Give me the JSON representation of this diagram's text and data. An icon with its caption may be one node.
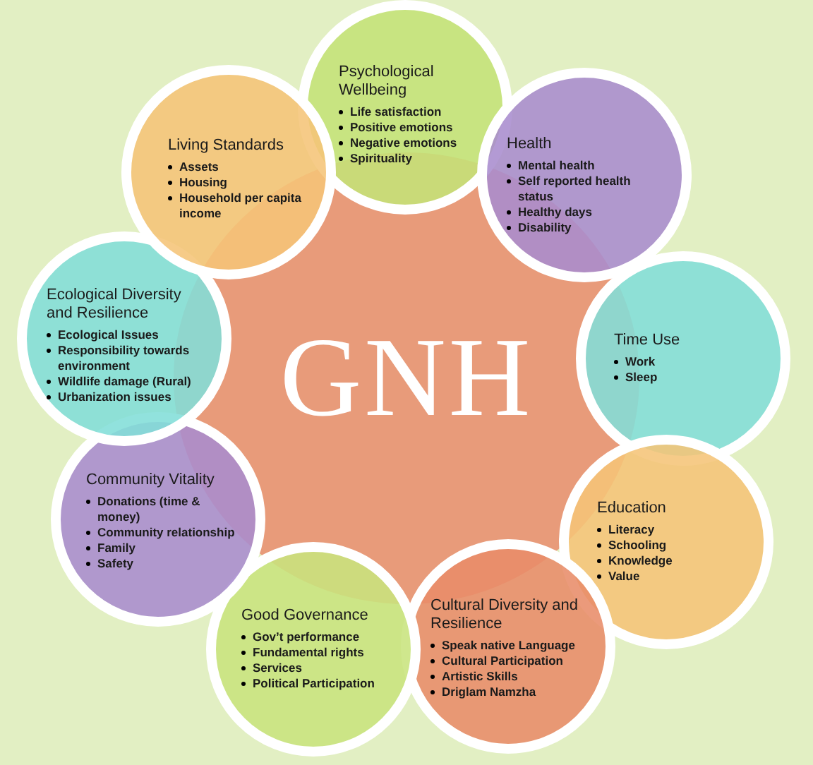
{
  "diagram": {
    "nodes": [
      {
        "text": [
          "GNH"
        ]
      },
      {
        "text": [
          "Psychological Wellbeing",
          "Life satisfaction",
          "Positive emotions",
          "Negative emotions",
          "Spirituality"
        ]
      },
      {
        "text": [
          "Health",
          "Mental health",
          "Self reported health status",
          "Healthy days",
          "Disability"
        ]
      },
      {
        "text": [
          "Time Use",
          "Work",
          "Sleep"
        ]
      },
      {
        "text": [
          "Education",
          "Literacy",
          "Schooling",
          "Knowledge",
          "Value"
        ]
      },
      {
        "text": [
          "Cultural Diversity and Resilience",
          "Speak native Language",
          "Cultural Participation",
          "Artistic Skills",
          "Driglam Namzha"
        ]
      },
      {
        "text": [
          "Good Governance",
          "Gov’t performance",
          "Fundamental rights",
          "Services",
          "Political Participation"
        ]
      },
      {
        "text": [
          "Community Vitality",
          "Donations (time & money)",
          "Community relationship",
          "Family",
          "Safety"
        ]
      },
      {
        "text": [
          "Ecological Diversity and Resilience",
          "Ecological Issues",
          "Responsibility towards environment",
          "Wildlife damage (Rural)",
          "Urbanization issues"
        ]
      },
      {
        "text": [
          "Living Standards",
          "Assets",
          "Housing",
          "Household per capita income"
        ]
      }
    ]
  }
}
